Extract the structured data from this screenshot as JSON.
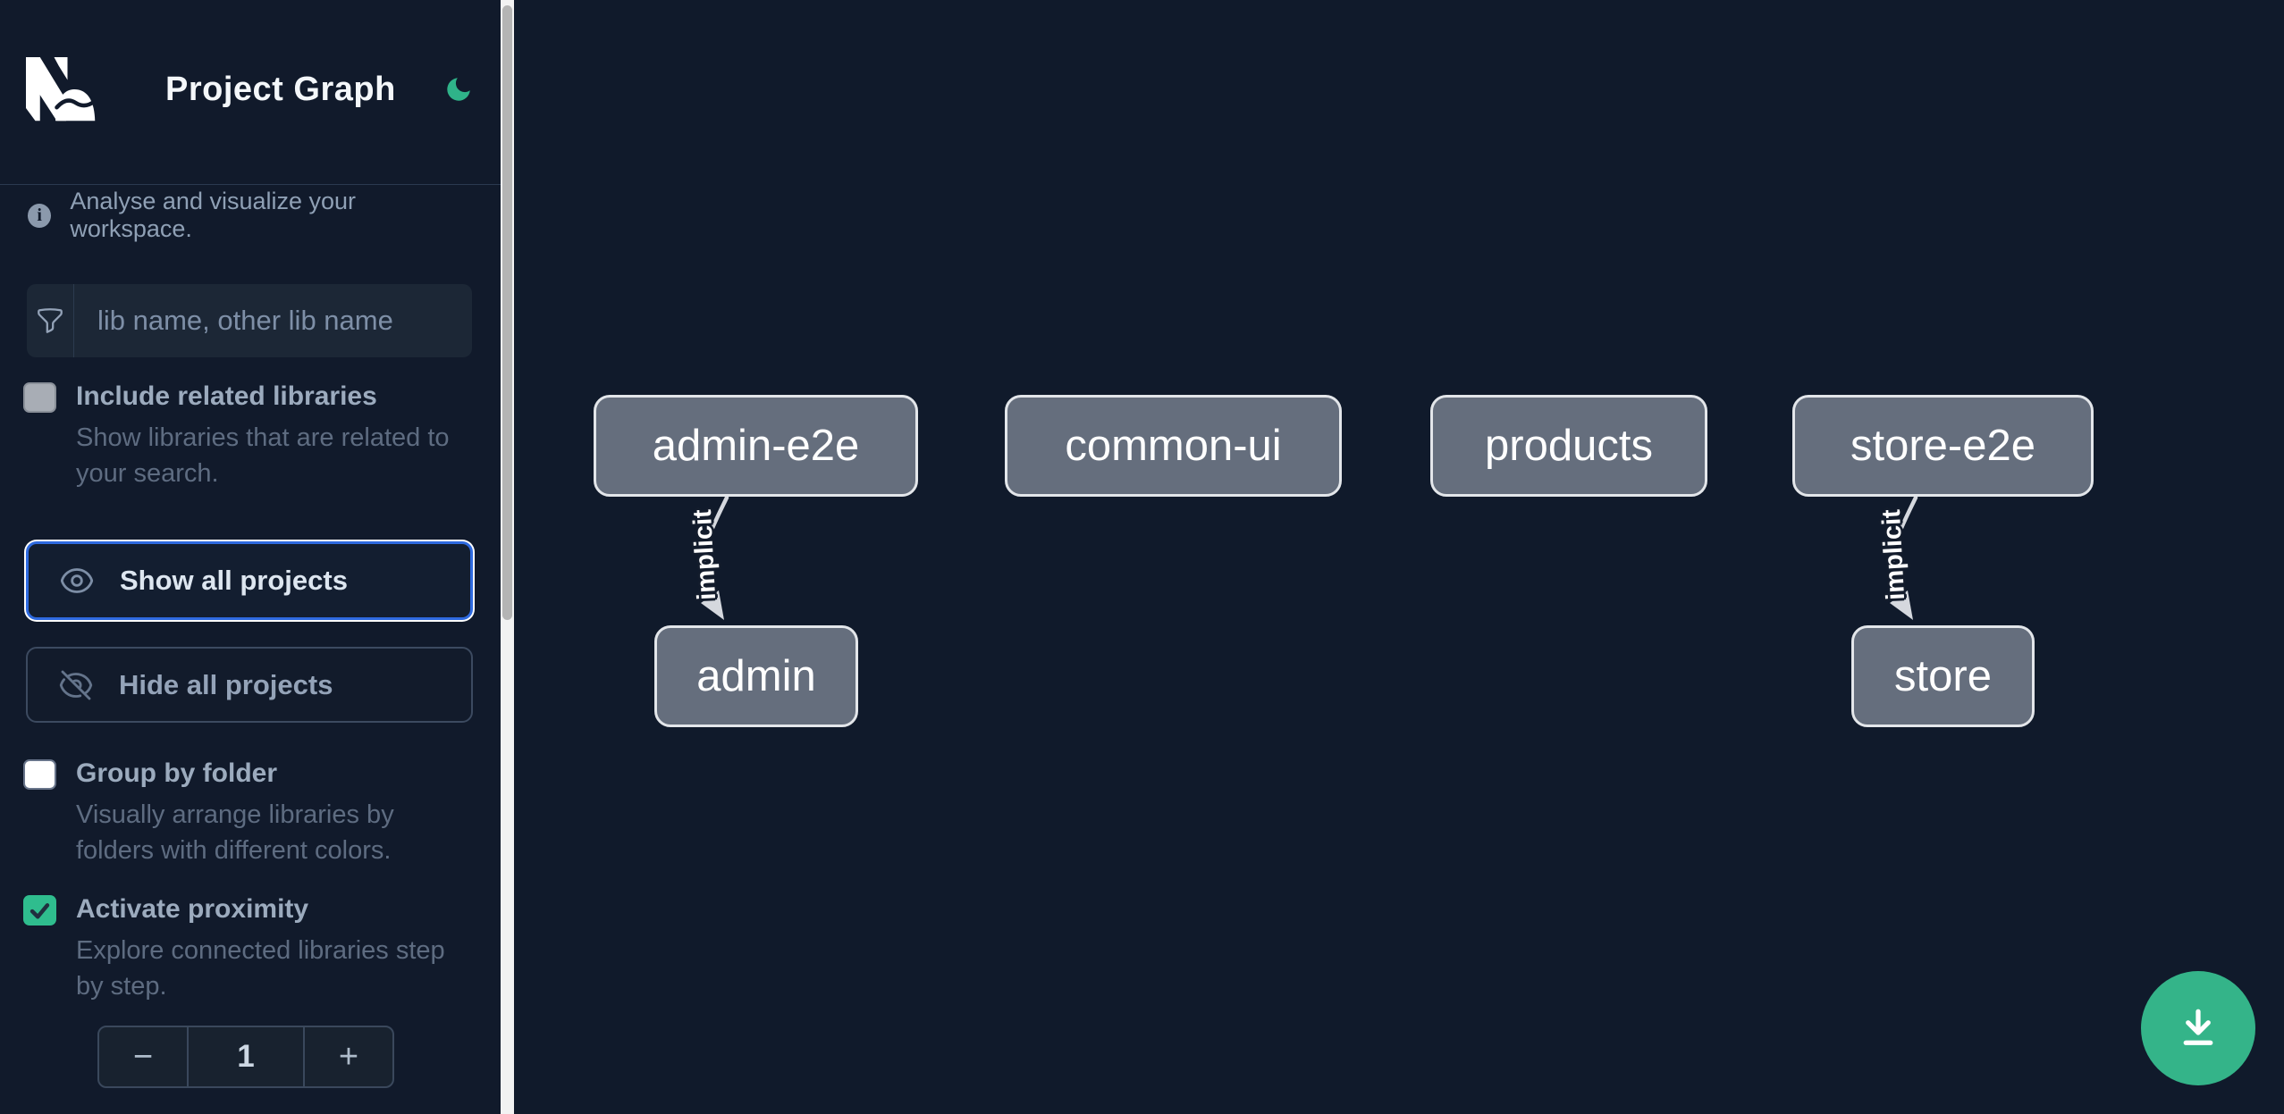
{
  "colors": {
    "accent_green": "#2fbd8e",
    "focus_blue": "#2e6ae0",
    "node_fill": "#656e7d",
    "node_border": "#e3e6ea",
    "edge": "#d5d8de",
    "sidebar_bg": "#111a2b",
    "canvas_bg": "#101a2b"
  },
  "sidebar": {
    "brand": {
      "logo_icon": "nx-logo",
      "title": "Project Graph",
      "theme_toggle_icon": "moon-icon"
    },
    "intro": {
      "icon": "info-icon",
      "text": "Analyse and visualize your workspace."
    },
    "filter": {
      "icon": "funnel-icon",
      "placeholder": "lib name, other lib name",
      "value": ""
    },
    "toggles": {
      "related": {
        "label": "Include related libraries",
        "description": "Show libraries that are related to your search.",
        "checked": false,
        "enabled": false
      },
      "group_by_folder": {
        "label": "Group by folder",
        "description": "Visually arrange libraries by folders with different colors.",
        "checked": false,
        "enabled": true
      },
      "proximity": {
        "label": "Activate proximity",
        "description": "Explore connected libraries step by step.",
        "checked": true,
        "enabled": true
      }
    },
    "actions": {
      "show_all": {
        "label": "Show all projects",
        "icon": "eye-icon",
        "focused": true
      },
      "hide_all": {
        "label": "Hide all projects",
        "icon": "eye-off-icon",
        "focused": false
      }
    },
    "proximity_stepper": {
      "decrement": "−",
      "value": "1",
      "increment": "+"
    }
  },
  "graph": {
    "nodes": [
      {
        "id": "admin-e2e",
        "label": "admin-e2e"
      },
      {
        "id": "common-ui",
        "label": "common-ui"
      },
      {
        "id": "products",
        "label": "products"
      },
      {
        "id": "store-e2e",
        "label": "store-e2e"
      },
      {
        "id": "admin",
        "label": "admin"
      },
      {
        "id": "store",
        "label": "store"
      }
    ],
    "edges": [
      {
        "source": "admin-e2e",
        "target": "admin",
        "label": "implicit",
        "type": "implicit"
      },
      {
        "source": "store-e2e",
        "target": "store",
        "label": "implicit",
        "type": "implicit"
      }
    ],
    "download_button": {
      "icon": "download-icon"
    }
  }
}
